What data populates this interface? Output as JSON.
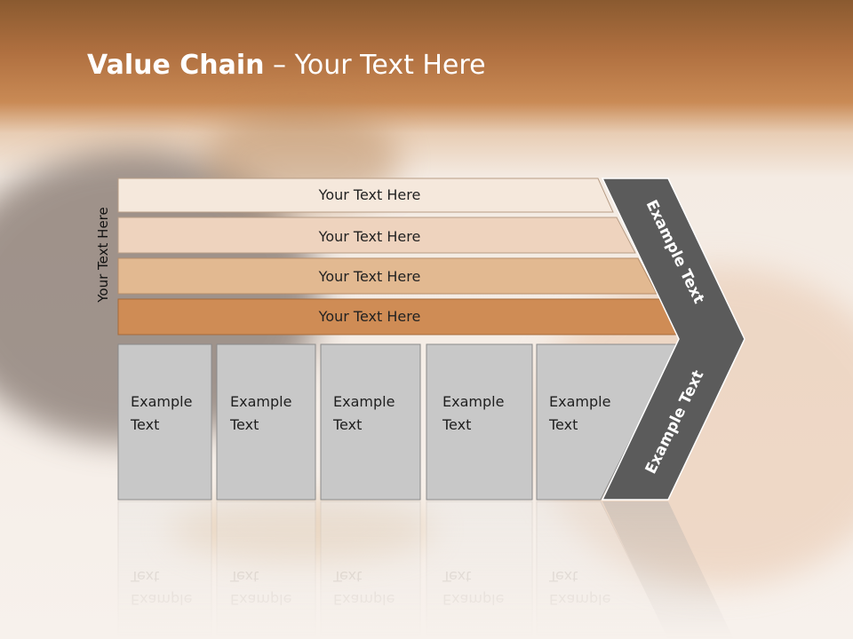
{
  "slide": {
    "title_bold": "Value Chain",
    "title_rest": " – Your Text Here",
    "side_label": "Your Text Here"
  },
  "bands": [
    {
      "label": "Your Text Here",
      "color": "#f5e8dc"
    },
    {
      "label": "Your Text Here",
      "color": "#eed3be"
    },
    {
      "label": "Your Text Here",
      "color": "#e2b991"
    },
    {
      "label": "Your Text Here",
      "color": "#cf8c55"
    }
  ],
  "columns": [
    {
      "line1": "Example",
      "line2": "Text"
    },
    {
      "line1": "Example",
      "line2": "Text"
    },
    {
      "line1": "Example",
      "line2": "Text"
    },
    {
      "line1": "Example",
      "line2": "Text"
    },
    {
      "line1": "Example",
      "line2": "Text"
    }
  ],
  "chevron": {
    "top_label": "Example Text",
    "bottom_label": "Example Text",
    "color": "#5b5b5b"
  },
  "colors": {
    "column_fill": "#c8c8c8",
    "column_stroke": "#8a8a8a"
  }
}
